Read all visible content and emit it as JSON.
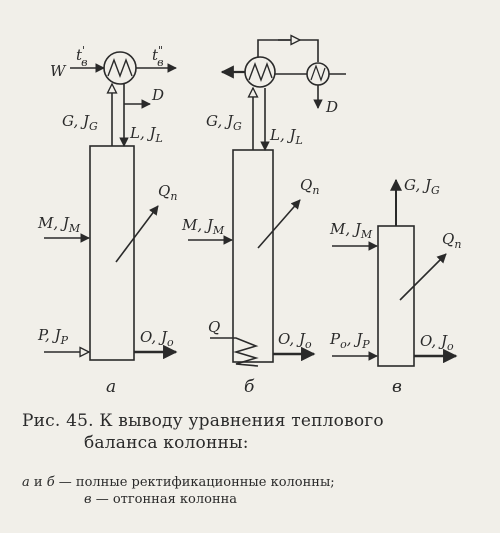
{
  "diagram": {
    "a": {
      "panel": "а",
      "W": "W",
      "t_in": "t",
      "t_in_prime": "'",
      "t_in_sub": "в",
      "t_out": "t",
      "t_out_prime": "\"",
      "t_out_sub": "в",
      "D": "D",
      "G": "G, J",
      "G_sub": "G",
      "L": "L, J",
      "L_sub": "L",
      "M": "M, J",
      "M_sub": "M",
      "P": "P, J",
      "P_sub": "P",
      "O": "O, J",
      "O_sub": "o",
      "Q": "Q",
      "Q_sub": "п"
    },
    "b": {
      "panel": "б",
      "D": "D",
      "G": "G, J",
      "G_sub": "G",
      "L": "L, J",
      "L_sub": "L",
      "M": "M, J",
      "M_sub": "M",
      "Qh": "Q",
      "O": "O, J",
      "O_sub": "o",
      "Q": "Q",
      "Q_sub": "п"
    },
    "c": {
      "panel": "в",
      "G": "G, J",
      "G_sub": "G",
      "M": "M, J",
      "M_sub": "M",
      "P": "P",
      "P_sub1": "o",
      "P2": ", J",
      "P_sub2": "P",
      "O": "O, J",
      "O_sub": "o",
      "Q": "Q",
      "Q_sub": "п"
    }
  },
  "caption": {
    "line1": "Рис. 45. К выводу уравнения теплового",
    "line2": "баланса колонны:"
  },
  "legend": {
    "a": "а",
    "and": "и",
    "b": "б",
    "ab_text": "— полные ректификационные колонны;",
    "c": "в",
    "c_text": "— отгонная колонна"
  }
}
